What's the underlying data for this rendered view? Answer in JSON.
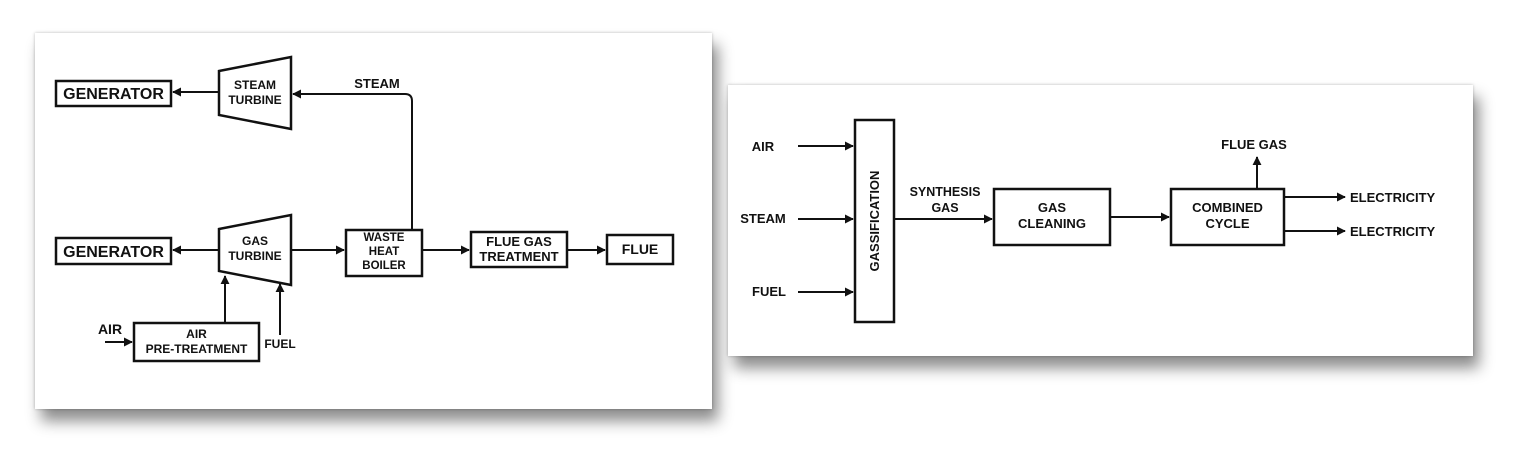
{
  "power_plant_diagram": {
    "generator_top": "GENERATOR",
    "steam_turbine": [
      "STEAM",
      "TURBINE"
    ],
    "steam": "STEAM",
    "generator_bottom": "GENERATOR",
    "gas_turbine": [
      "GAS",
      "TURBINE"
    ],
    "waste_heat_boiler": [
      "WASTE",
      "HEAT",
      "BOILER"
    ],
    "flue_gas_treatment": [
      "FLUE GAS",
      "TREATMENT"
    ],
    "flue": "FLUE",
    "air": "AIR",
    "air_pretreatment": [
      "AIR",
      "PRE-TREATMENT"
    ],
    "fuel": "FUEL"
  },
  "gasification_diagram": {
    "air": "AIR",
    "steam": "STEAM",
    "fuel": "FUEL",
    "gassification": "GASSIFICATION",
    "synthesis_gas": [
      "SYNTHESIS",
      "GAS"
    ],
    "gas_cleaning": [
      "GAS",
      "CLEANING"
    ],
    "combined_cycle": [
      "COMBINED",
      "CYCLE"
    ],
    "flue_gas": "FLUE GAS",
    "electricity_1": "ELECTRICITY",
    "electricity_2": "ELECTRICITY"
  }
}
